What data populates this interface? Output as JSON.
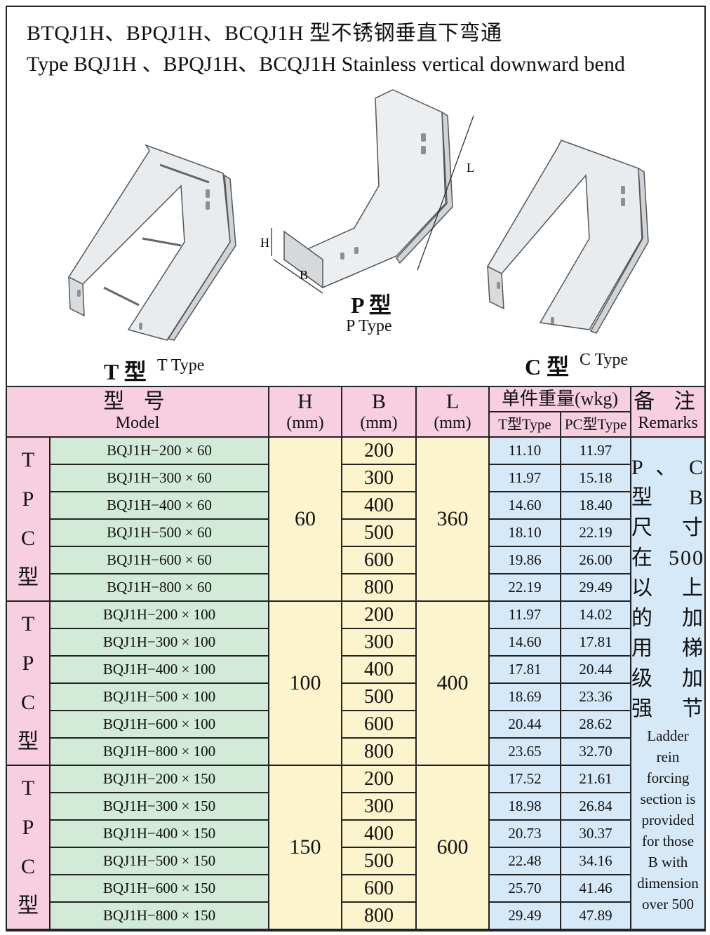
{
  "title_cn": "BTQJ1H、BPQJ1H、BCQJ1H 型不锈钢垂直下弯通",
  "title_en": "Type BQJ1H 、BPQJ1H、BCQJ1H Stainless vertical downward bend",
  "illustrations": {
    "t": {
      "cn": "T 型",
      "en": "T Type"
    },
    "p": {
      "cn": "P 型",
      "en": "P Type",
      "dim_h": "H",
      "dim_b": "B",
      "dim_l": "L"
    },
    "c": {
      "cn": "C 型",
      "en": "C Type"
    }
  },
  "table": {
    "headers": {
      "model_cn": "型 号",
      "model_en": "Model",
      "h": "H",
      "b": "B",
      "l": "L",
      "unit": "(mm)",
      "weight": "单件重量(wkg)",
      "weight_t": "T型Type",
      "weight_pc": "PC型Type",
      "remarks_cn": "备 注",
      "remarks_en": "Remarks"
    },
    "groups": [
      {
        "type_label": [
          "T",
          "P",
          "C",
          "型"
        ],
        "h": "60",
        "l": "360",
        "rows": [
          {
            "model": "BQJ1H−200 × 60",
            "b": "200",
            "t": "11.10",
            "pc": "11.97"
          },
          {
            "model": "BQJ1H−300 × 60",
            "b": "300",
            "t": "11.97",
            "pc": "15.18"
          },
          {
            "model": "BQJ1H−400 × 60",
            "b": "400",
            "t": "14.60",
            "pc": "18.40"
          },
          {
            "model": "BQJ1H−500 × 60",
            "b": "500",
            "t": "18.10",
            "pc": "22.19"
          },
          {
            "model": "BQJ1H−600 × 60",
            "b": "600",
            "t": "19.86",
            "pc": "26.00"
          },
          {
            "model": "BQJ1H−800 × 60",
            "b": "800",
            "t": "22.19",
            "pc": "29.49"
          }
        ]
      },
      {
        "type_label": [
          "T",
          "P",
          "C",
          "型"
        ],
        "h": "100",
        "l": "400",
        "rows": [
          {
            "model": "BQJ1H−200 × 100",
            "b": "200",
            "t": "11.97",
            "pc": "14.02"
          },
          {
            "model": "BQJ1H−300 × 100",
            "b": "300",
            "t": "14.60",
            "pc": "17.81"
          },
          {
            "model": "BQJ1H−400 × 100",
            "b": "400",
            "t": "17.81",
            "pc": "20.44"
          },
          {
            "model": "BQJ1H−500 × 100",
            "b": "500",
            "t": "18.69",
            "pc": "23.36"
          },
          {
            "model": "BQJ1H−600 × 100",
            "b": "600",
            "t": "20.44",
            "pc": "28.62"
          },
          {
            "model": "BQJ1H−800 × 100",
            "b": "800",
            "t": "23.65",
            "pc": "32.70"
          }
        ]
      },
      {
        "type_label": [
          "T",
          "P",
          "C",
          "型"
        ],
        "h": "150",
        "l": "600",
        "rows": [
          {
            "model": "BQJ1H−200 × 150",
            "b": "200",
            "t": "17.52",
            "pc": "21.61"
          },
          {
            "model": "BQJ1H−300 × 150",
            "b": "300",
            "t": "18.98",
            "pc": "26.84"
          },
          {
            "model": "BQJ1H−400 × 150",
            "b": "400",
            "t": "20.73",
            "pc": "30.37"
          },
          {
            "model": "BQJ1H−500 × 150",
            "b": "500",
            "t": "22.48",
            "pc": "34.16"
          },
          {
            "model": "BQJ1H−600 × 150",
            "b": "600",
            "t": "25.70",
            "pc": "41.46"
          },
          {
            "model": "BQJ1H−800 × 150",
            "b": "800",
            "t": "29.49",
            "pc": "47.89"
          }
        ]
      }
    ],
    "remarks_cn": [
      "P、C",
      "型 B",
      "尺 寸",
      "在 500",
      "以 上",
      "的 加",
      "用 梯",
      "级 加",
      "强 节"
    ],
    "remarks_en": [
      "Ladder",
      "rein",
      "forcing",
      "section is",
      "provided",
      "for those",
      "B with",
      "dimension",
      "over 500"
    ]
  },
  "colors": {
    "pink": "#f7cfe0",
    "green": "#d2ead8",
    "yellow": "#fbf4cc",
    "blue": "#d6e9f8"
  }
}
